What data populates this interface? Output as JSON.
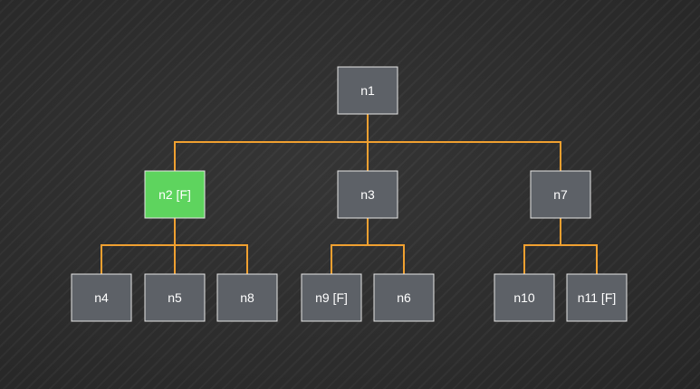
{
  "colors": {
    "background": "#2f2f2f",
    "node_fill": "#5d6167",
    "node_highlight_fill": "#5ed45e",
    "node_border": "#e6e6e6",
    "edge": "#f0a030",
    "label": "#ffffff"
  },
  "tree": {
    "nodes": [
      {
        "id": "n1",
        "label": "n1",
        "highlighted": false
      },
      {
        "id": "n2",
        "label": "n2 [F]",
        "highlighted": true
      },
      {
        "id": "n3",
        "label": "n3",
        "highlighted": false
      },
      {
        "id": "n7",
        "label": "n7",
        "highlighted": false
      },
      {
        "id": "n4",
        "label": "n4",
        "highlighted": false
      },
      {
        "id": "n5",
        "label": "n5",
        "highlighted": false
      },
      {
        "id": "n8",
        "label": "n8",
        "highlighted": false
      },
      {
        "id": "n9",
        "label": "n9 [F]",
        "highlighted": false
      },
      {
        "id": "n6",
        "label": "n6",
        "highlighted": false
      },
      {
        "id": "n10",
        "label": "n10",
        "highlighted": false
      },
      {
        "id": "n11",
        "label": "n11 [F]",
        "highlighted": false
      }
    ],
    "edges": [
      [
        "n1",
        "n2"
      ],
      [
        "n1",
        "n3"
      ],
      [
        "n1",
        "n7"
      ],
      [
        "n2",
        "n4"
      ],
      [
        "n2",
        "n5"
      ],
      [
        "n2",
        "n8"
      ],
      [
        "n3",
        "n9"
      ],
      [
        "n3",
        "n6"
      ],
      [
        "n7",
        "n10"
      ],
      [
        "n7",
        "n11"
      ]
    ]
  }
}
